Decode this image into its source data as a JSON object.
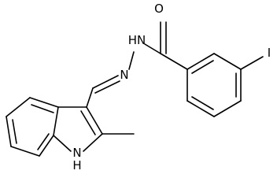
{
  "molecule": {
    "atoms": {
      "oxygen": "O",
      "hydrazide_nh": "HN",
      "imine_n": "N",
      "iodine": "I",
      "indole_nh": "H",
      "indole_n": "N"
    }
  }
}
